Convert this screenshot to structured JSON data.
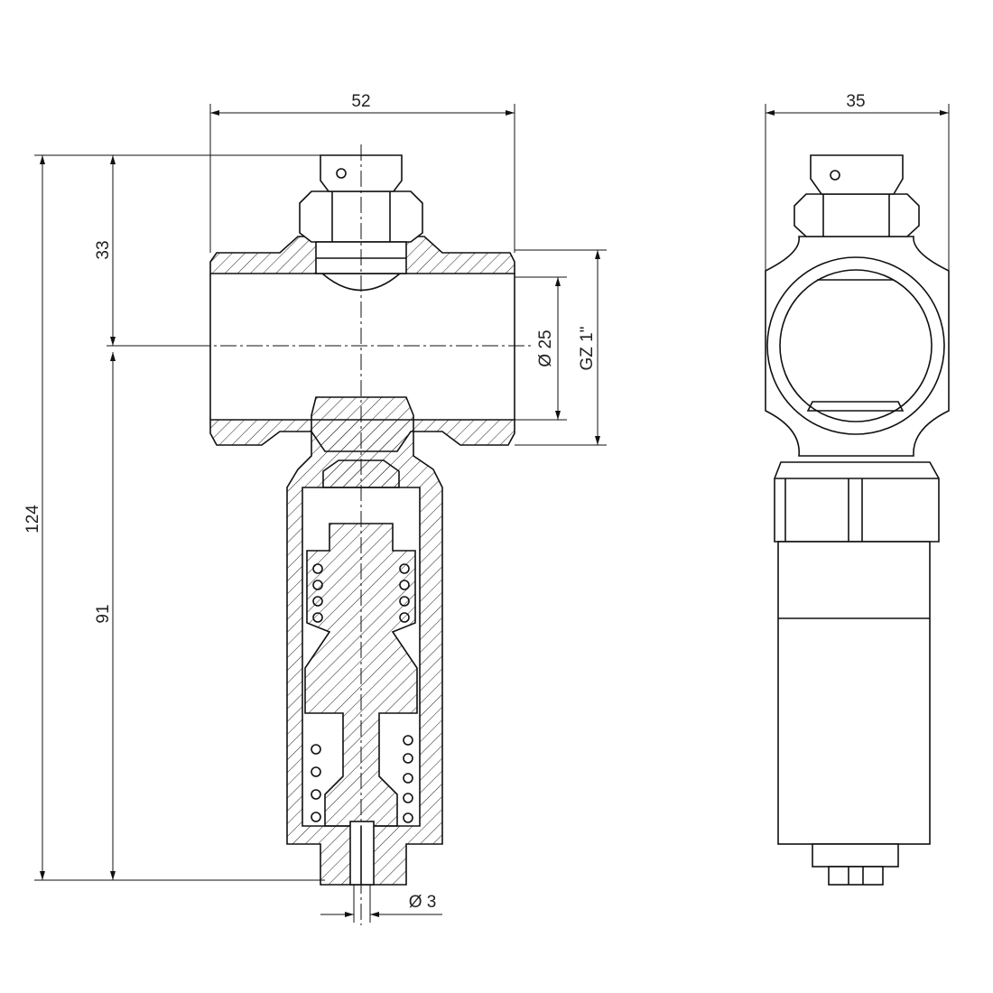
{
  "drawing": {
    "title": "Valve insert technical drawing",
    "dimensions": {
      "width_front": "52",
      "width_side": "35",
      "total_height": "124",
      "upper_height": "33",
      "lower_height": "91",
      "bore_diameter": "Ø 25",
      "thread": "GZ 1\"",
      "outlet_diameter": "Ø 3"
    },
    "colors": {
      "line": "#111111",
      "background": "#ffffff"
    }
  }
}
